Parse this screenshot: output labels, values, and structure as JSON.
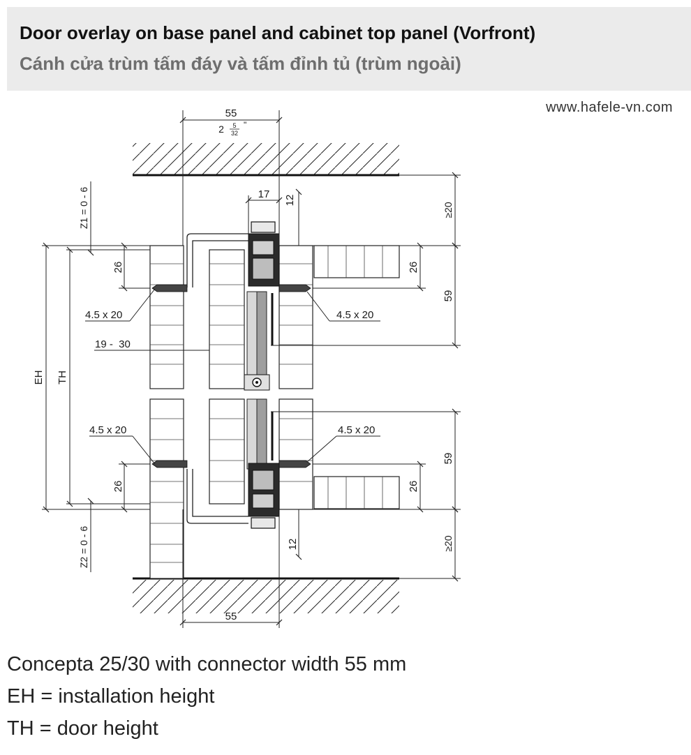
{
  "header": {
    "title": "Door overlay on base panel and cabinet top panel (Vorfront)",
    "subtitle": "Cánh cửa trùm tấm đáy và tấm đỉnh tủ (trùm ngoài)"
  },
  "source_url": "www.hafele-vn.com",
  "drawing": {
    "dim_top_width": "55",
    "dim_top_inch_whole": "2",
    "dim_top_inch_num": "5",
    "dim_top_inch_den": "32",
    "dim_top_inch_mark": "\"",
    "dim_bottom_width": "55",
    "dim_17": "17",
    "dim_12_top": "12",
    "dim_12_bottom": "12",
    "dim_z1": "Z1 = 0 - 6",
    "dim_z2": "Z2 = 0 - 6",
    "dim_eh": "EH",
    "dim_th": "TH",
    "dim_26_top_left": "26",
    "dim_26_top_right": "26",
    "dim_26_bottom_left": "26",
    "dim_26_bottom_right": "26",
    "dim_59_top": "59",
    "dim_59_bottom": "59",
    "dim_ge20_top": "≥20",
    "dim_ge20_bottom": "≥20",
    "screw_top_left": "4.5 x 20",
    "screw_top_right": "4.5 x 20",
    "screw_bottom_left": "4.5 x 20",
    "screw_bottom_right": "4.5 x 20",
    "door_thickness": "19 -  30"
  },
  "captions": [
    "Concepta 25/30 with connector width 55 mm",
    "EH = installation height",
    "TH = door height"
  ]
}
